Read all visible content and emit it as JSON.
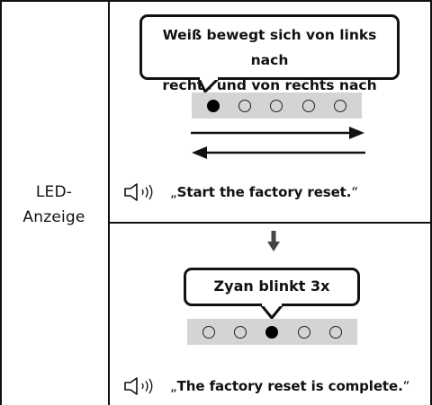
{
  "label": {
    "line1": "LED-",
    "line2": "Anzeige"
  },
  "top": {
    "bubble_line1": "Weiß bewegt sich von links nach",
    "bubble_line2": "rechts und von rechts nach links",
    "leds": [
      true,
      false,
      false,
      false,
      false
    ],
    "quote_open": "„",
    "quote_text": "Start the factory reset.",
    "quote_close": "“"
  },
  "bottom": {
    "bubble": "Zyan blinkt 3x",
    "leds": [
      false,
      false,
      true,
      false,
      false
    ],
    "quote_open": "„",
    "quote_text": "The factory reset is complete.",
    "quote_close": "“"
  },
  "icons": {
    "speaker": "speaker-icon",
    "arrow_right": "arrow-right-icon",
    "arrow_left": "arrow-left-icon",
    "arrow_down": "arrow-down-icon"
  },
  "colors": {
    "led_bar": "#d4d4d4",
    "border": "#111111"
  }
}
